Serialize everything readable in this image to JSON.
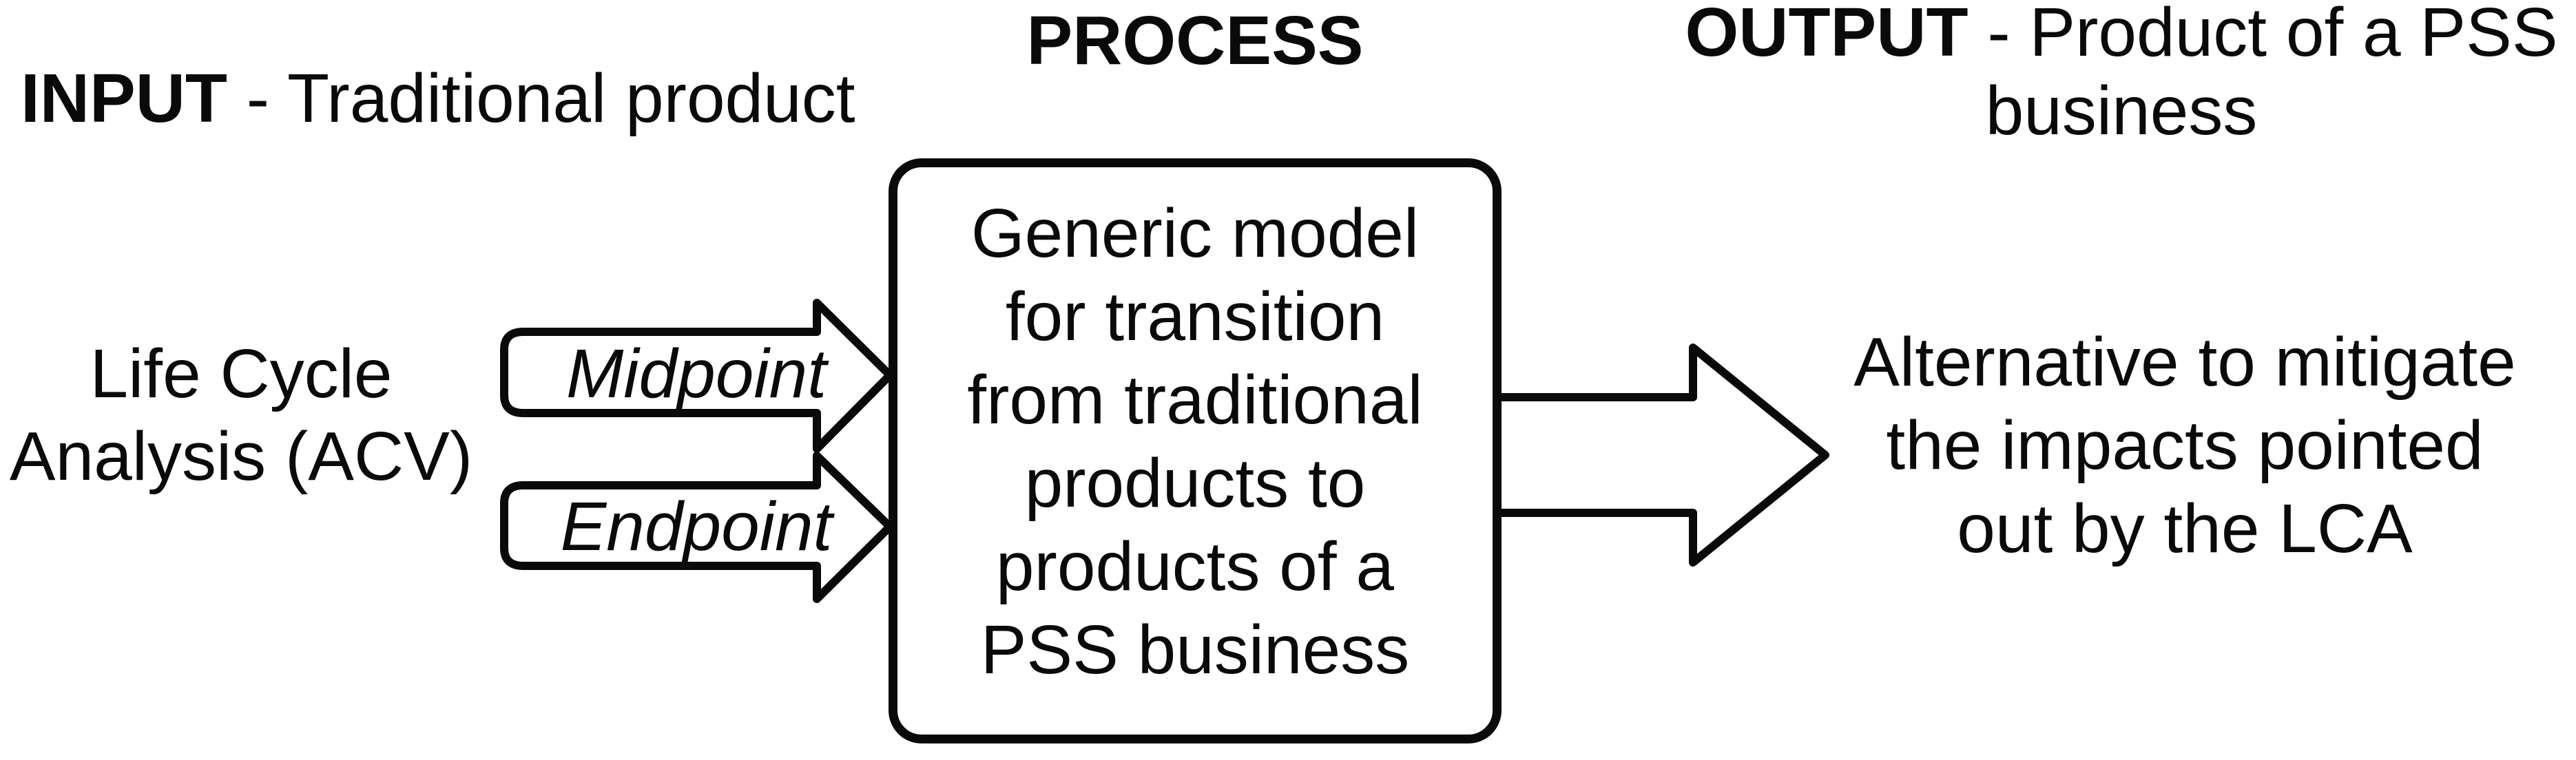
{
  "colors": {
    "ink": "#0a0a0a",
    "background": "#ffffff"
  },
  "input": {
    "heading_bold": "INPUT",
    "heading_rest": " - Traditional product",
    "source_label": "Life Cycle\nAnalysis (ACV)"
  },
  "process": {
    "heading": "PROCESS",
    "box_text": "Generic model\nfor transition\nfrom traditional\nproducts to\nproducts of a\nPSS business"
  },
  "output": {
    "heading_bold": "OUTPUT",
    "heading_rest": " - Product of a PSS",
    "heading_line2": "business",
    "result_label": "Alternative to mitigate\nthe impacts pointed\nout by the LCA"
  },
  "arrows": {
    "midpoint_label": "Midpoint",
    "endpoint_label": "Endpoint"
  }
}
